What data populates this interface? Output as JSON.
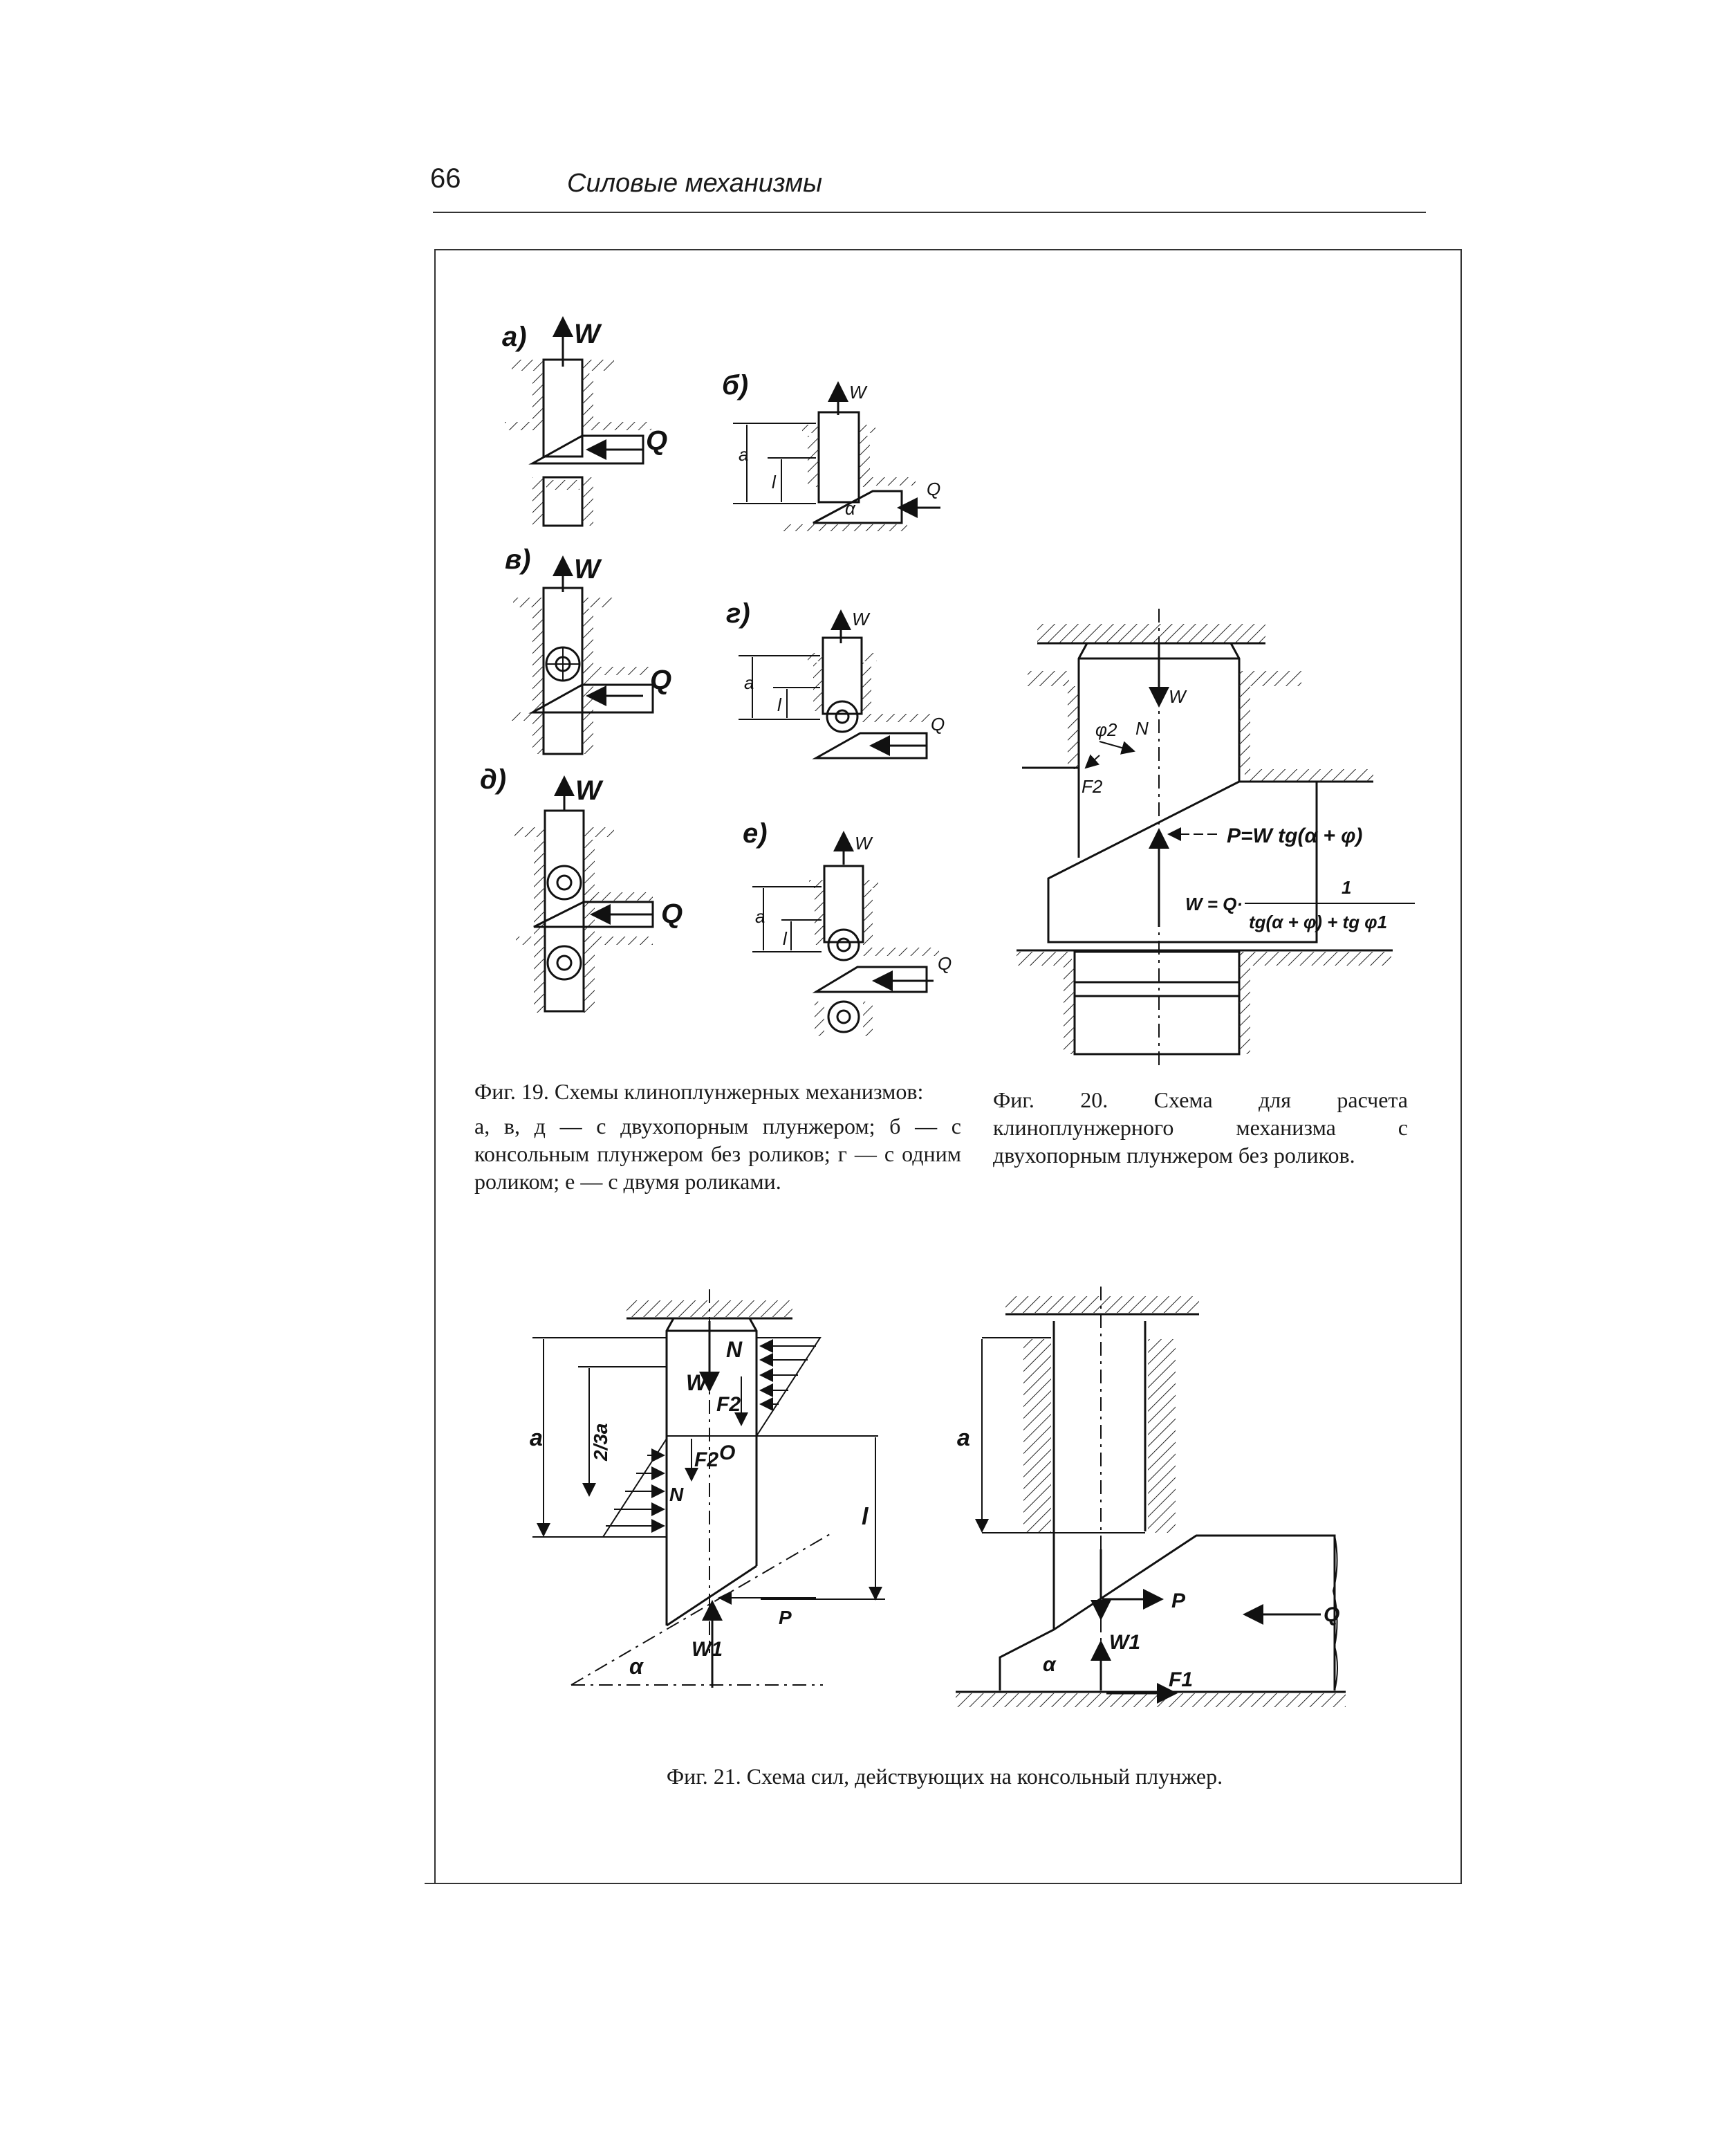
{
  "header": {
    "page_number": "66",
    "running_title": "Силовые механизмы"
  },
  "figure19": {
    "panel_labels": [
      "а)",
      "б)",
      "в)",
      "г)",
      "д)",
      "е)"
    ],
    "force_labels": {
      "w": "W",
      "q": "Q",
      "alpha": "α",
      "a": "а",
      "l": "l"
    },
    "caption_title": "Фиг. 19. Схемы клиноплунжерных механизмов:",
    "caption_legend": "а, в, д — с двухопорным плунжером; б — с консольным плунжером без роликов; г — с одним роликом; е — с двумя роликами."
  },
  "figure20": {
    "labels": {
      "w": "W",
      "n": "N",
      "phi2": "φ2",
      "f2": "F2"
    },
    "formula_p": "P=W tg(α + φ)",
    "formula_w_left": "W = Q·",
    "formula_w_num": "1",
    "formula_w_den": "tg(α + φ) + tg φ1",
    "caption": "Фиг. 20. Схема для расчета клиноплунжерного механизма с двухопорным плунжером без роликов."
  },
  "figure21": {
    "left_labels": {
      "n_top": "N",
      "w": "W",
      "f2_top": "F2",
      "f2_low": "F2",
      "o": "O",
      "n_low": "N",
      "a": "а",
      "two_thirds_a": "2/3a",
      "l": "l",
      "p": "P",
      "w1": "W1",
      "alpha": "α"
    },
    "right_labels": {
      "a": "а",
      "p": "P",
      "q": "Q",
      "w1": "W1",
      "alpha": "α",
      "f1": "F1"
    },
    "caption": "Фиг. 21. Схема сил, действующих на консольный плунжер."
  }
}
